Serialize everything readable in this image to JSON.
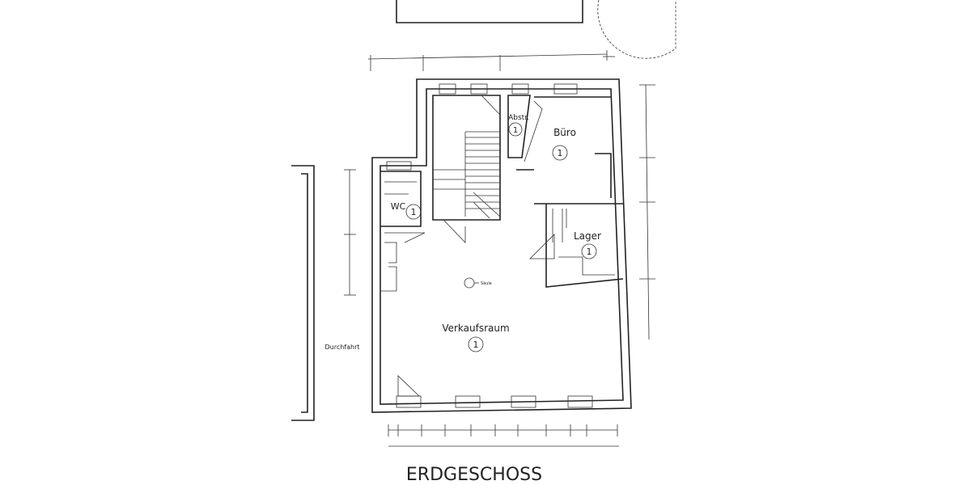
{
  "title": "ERDGESCHOSS",
  "rooms": [
    {
      "name": "Verkaufsraum",
      "number": "1"
    },
    {
      "name": "Büro",
      "number": "1"
    },
    {
      "name": "WC",
      "number": "1"
    },
    {
      "name": "Lager",
      "number": "1"
    },
    {
      "name": "Abstr.",
      "number": "1"
    }
  ],
  "annotations": {
    "column": "Säule",
    "passage": "Durchfahrt"
  },
  "colors": {
    "lines": "#222222",
    "background": "#ffffff"
  }
}
